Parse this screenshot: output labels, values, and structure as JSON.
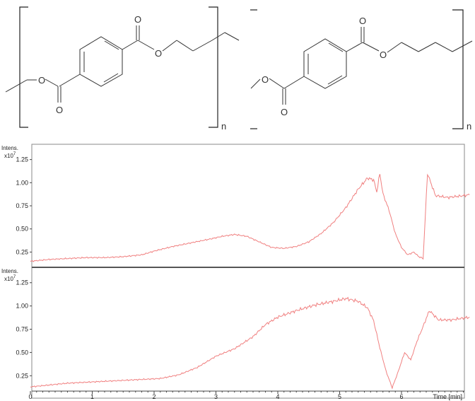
{
  "structures": [
    {
      "atoms": [
        "O",
        "O",
        "O",
        "O"
      ],
      "subscript": "n"
    },
    {
      "atoms": [
        "O",
        "O",
        "O",
        "O"
      ],
      "subscript": "n"
    }
  ],
  "chart_data": [
    {
      "type": "line",
      "ylabel": "Intens.",
      "yscale": "x10",
      "yscale_exp": "7",
      "ylim": [
        0.1,
        1.4
      ],
      "yticks": [
        "0.25",
        "0.50",
        "0.75",
        "1.00",
        "1.25"
      ],
      "ytick_values": [
        0.25,
        0.5,
        0.75,
        1.0,
        1.25
      ],
      "xlim": [
        0,
        7.1
      ],
      "series": [
        {
          "color": "#f08080",
          "x": [
            0.0,
            0.3,
            0.6,
            0.9,
            1.2,
            1.5,
            1.8,
            2.0,
            2.3,
            2.6,
            2.9,
            3.1,
            3.3,
            3.5,
            3.7,
            3.9,
            4.1,
            4.3,
            4.5,
            4.7,
            4.9,
            5.1,
            5.3,
            5.45,
            5.55,
            5.6,
            5.65,
            5.7,
            5.8,
            5.9,
            6.0,
            6.1,
            6.2,
            6.28,
            6.35,
            6.42,
            6.55,
            6.75,
            7.0,
            7.1
          ],
          "y": [
            0.15,
            0.17,
            0.18,
            0.19,
            0.19,
            0.2,
            0.22,
            0.26,
            0.31,
            0.35,
            0.39,
            0.42,
            0.44,
            0.42,
            0.36,
            0.3,
            0.29,
            0.31,
            0.36,
            0.45,
            0.57,
            0.73,
            0.93,
            1.05,
            1.03,
            0.9,
            1.1,
            0.88,
            0.7,
            0.45,
            0.3,
            0.22,
            0.25,
            0.2,
            0.18,
            1.1,
            0.86,
            0.84,
            0.86,
            0.87
          ]
        }
      ]
    },
    {
      "type": "line",
      "ylabel": "Intens.",
      "yscale": "x10",
      "yscale_exp": "7",
      "xlabel": "Time [min]",
      "ylim": [
        0.1,
        1.4
      ],
      "yticks": [
        "0.25",
        "0.50",
        "0.75",
        "1.00",
        "1.25"
      ],
      "ytick_values": [
        0.25,
        0.5,
        0.75,
        1.0,
        1.25
      ],
      "xlim": [
        0,
        7.1
      ],
      "xticks": [
        "0",
        "1",
        "2",
        "3",
        "4",
        "5",
        "6"
      ],
      "xtick_values": [
        0,
        1,
        2,
        3,
        4,
        5,
        6
      ],
      "series": [
        {
          "color": "#f08080",
          "x": [
            0.0,
            0.3,
            0.6,
            0.9,
            1.2,
            1.5,
            1.8,
            2.1,
            2.4,
            2.7,
            3.0,
            3.3,
            3.6,
            3.8,
            4.0,
            4.3,
            4.6,
            4.9,
            5.1,
            5.3,
            5.45,
            5.55,
            5.65,
            5.75,
            5.85,
            5.95,
            6.05,
            6.15,
            6.25,
            6.35,
            6.45,
            6.6,
            6.8,
            7.0,
            7.1
          ],
          "y": [
            0.13,
            0.15,
            0.17,
            0.18,
            0.19,
            0.2,
            0.21,
            0.22,
            0.26,
            0.34,
            0.46,
            0.54,
            0.67,
            0.8,
            0.88,
            0.95,
            1.01,
            1.05,
            1.08,
            1.05,
            0.98,
            0.84,
            0.55,
            0.3,
            0.12,
            0.3,
            0.5,
            0.42,
            0.62,
            0.78,
            0.95,
            0.85,
            0.85,
            0.87,
            0.88
          ]
        }
      ]
    }
  ]
}
